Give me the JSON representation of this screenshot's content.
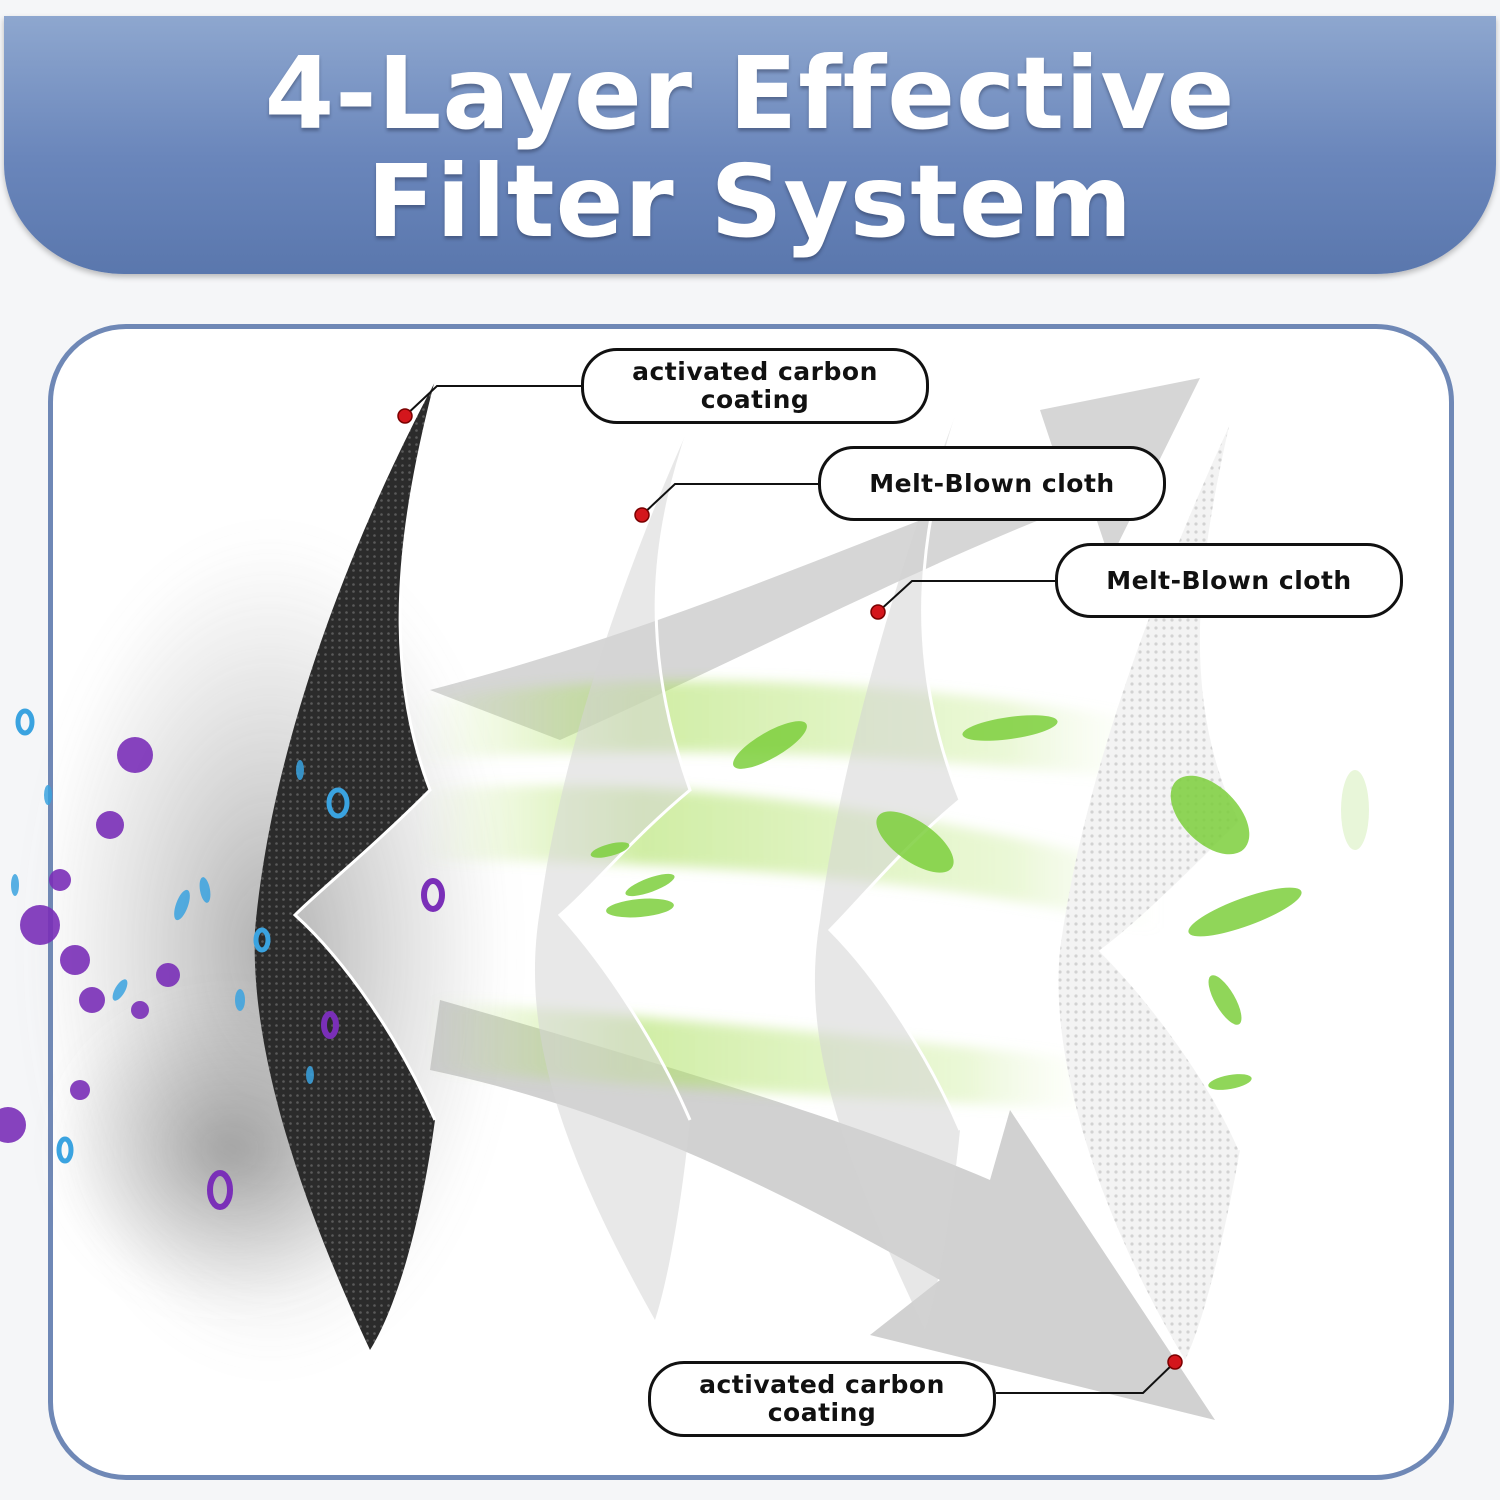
{
  "header": {
    "title_line1": "4-Layer Effective",
    "title_line2": "Filter System"
  },
  "layers": [
    {
      "label": "activated carbon",
      "label_line2": "coating"
    },
    {
      "label": "Melt-Blown cloth"
    },
    {
      "label": "Melt-Blown cloth"
    },
    {
      "label": "activated carbon",
      "label_line2": "coating"
    }
  ],
  "colors": {
    "banner": "#6a86bb",
    "panel_border": "#6f88b6",
    "marker": "#d4161c",
    "airflow": "#9fdc52",
    "particles_purple": "#7a2fb8",
    "particles_blue": "#3aa3e0"
  }
}
